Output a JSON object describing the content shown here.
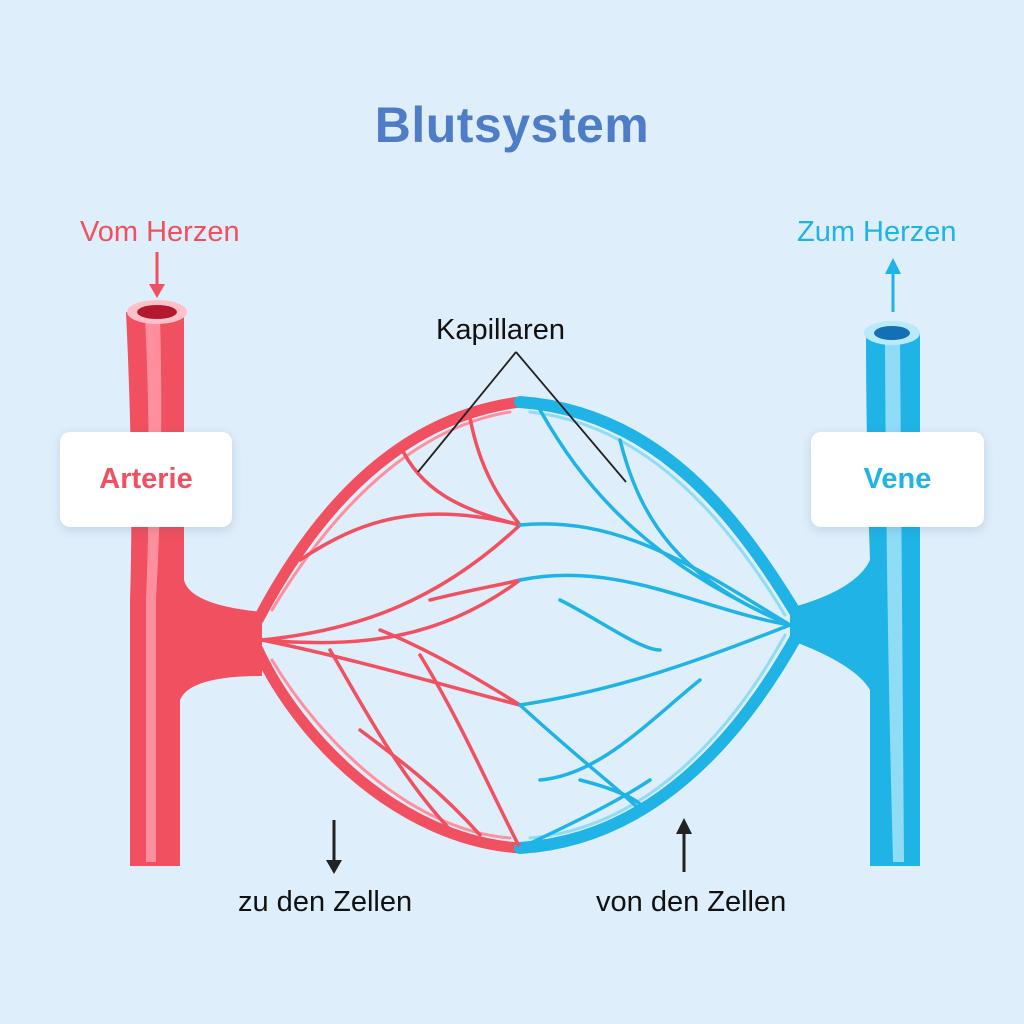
{
  "title": "Blutsystem",
  "labels": {
    "from_heart": "Vom Herzen",
    "to_heart": "Zum Herzen",
    "capillaries": "Kapillaren",
    "to_cells": "zu den Zellen",
    "from_cells": "von den Zellen"
  },
  "vessels": {
    "artery": "Arterie",
    "vein": "Vene"
  },
  "colors": {
    "background": "#deeefb",
    "title": "#4f7cc6",
    "artery": "#f0505f",
    "artery_light": "#ff8f9c",
    "vein": "#1fb3e6",
    "vein_light": "#8fdcf7",
    "annotation": "#222222"
  }
}
